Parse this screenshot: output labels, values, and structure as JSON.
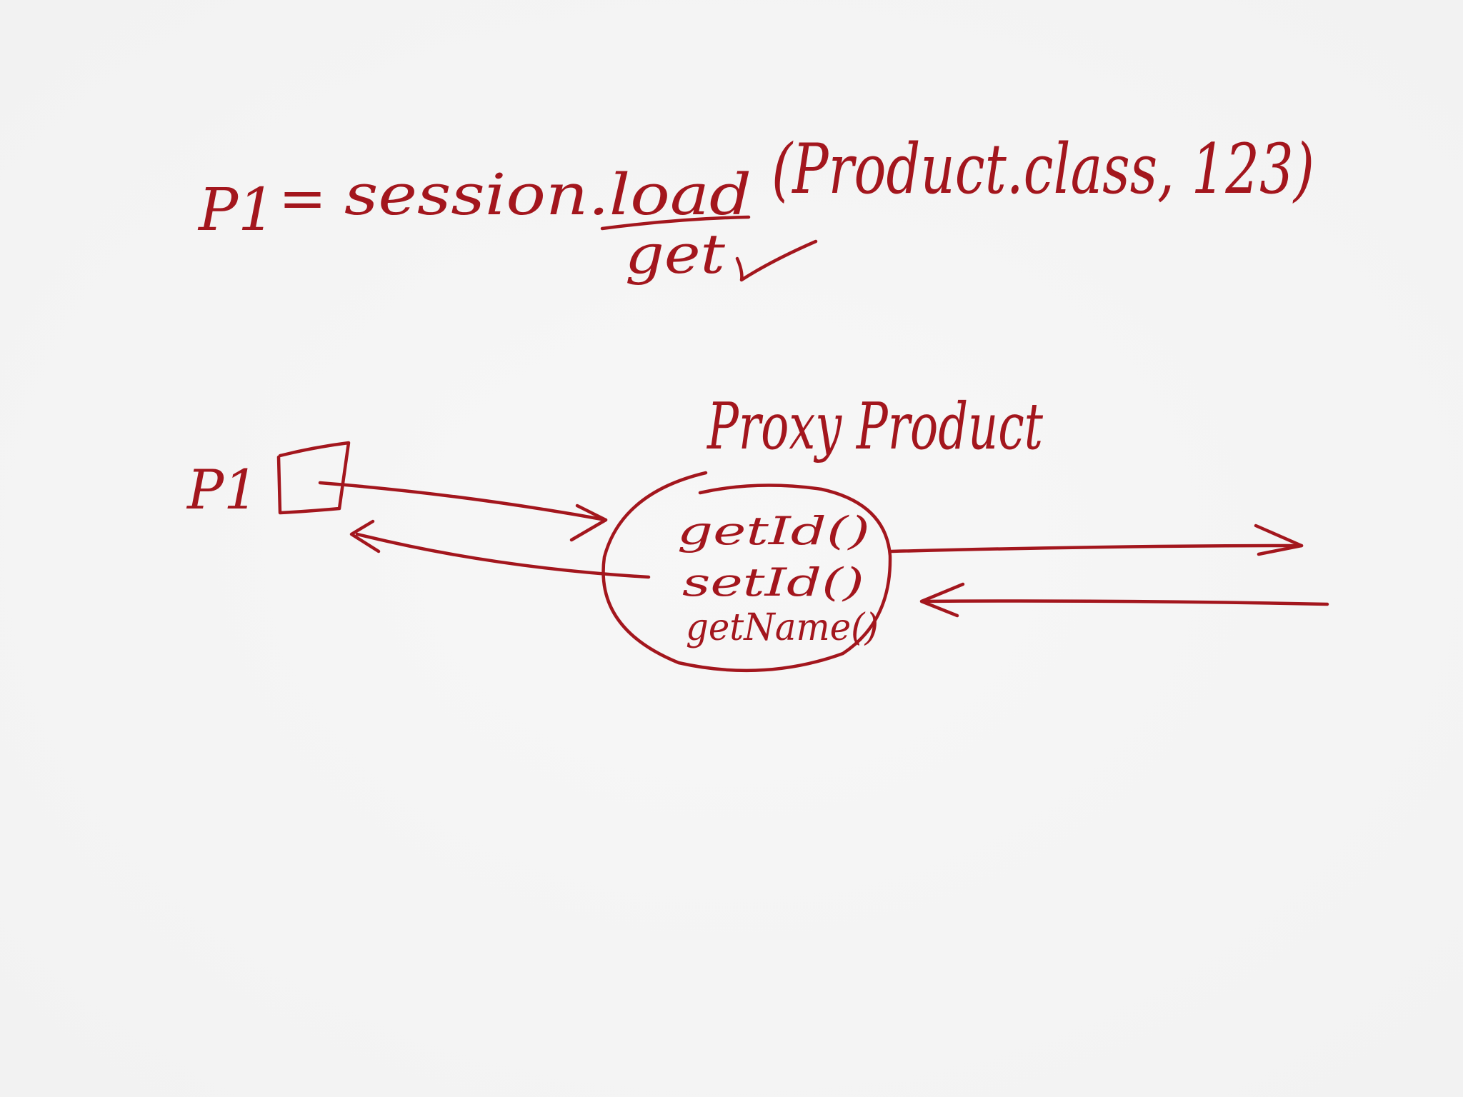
{
  "equation": {
    "lhs": "P1",
    "equals": "=",
    "call": "session.load",
    "args": "(Product.class, 123)",
    "alternative": "get",
    "mark": "✓"
  },
  "diagram": {
    "reference_label": "P1",
    "proxy_title": "Proxy Product",
    "methods": [
      "getId()",
      "setId()",
      "getName()"
    ]
  },
  "colors": {
    "ink": "#a3161d",
    "background": "#f4f4f4"
  }
}
